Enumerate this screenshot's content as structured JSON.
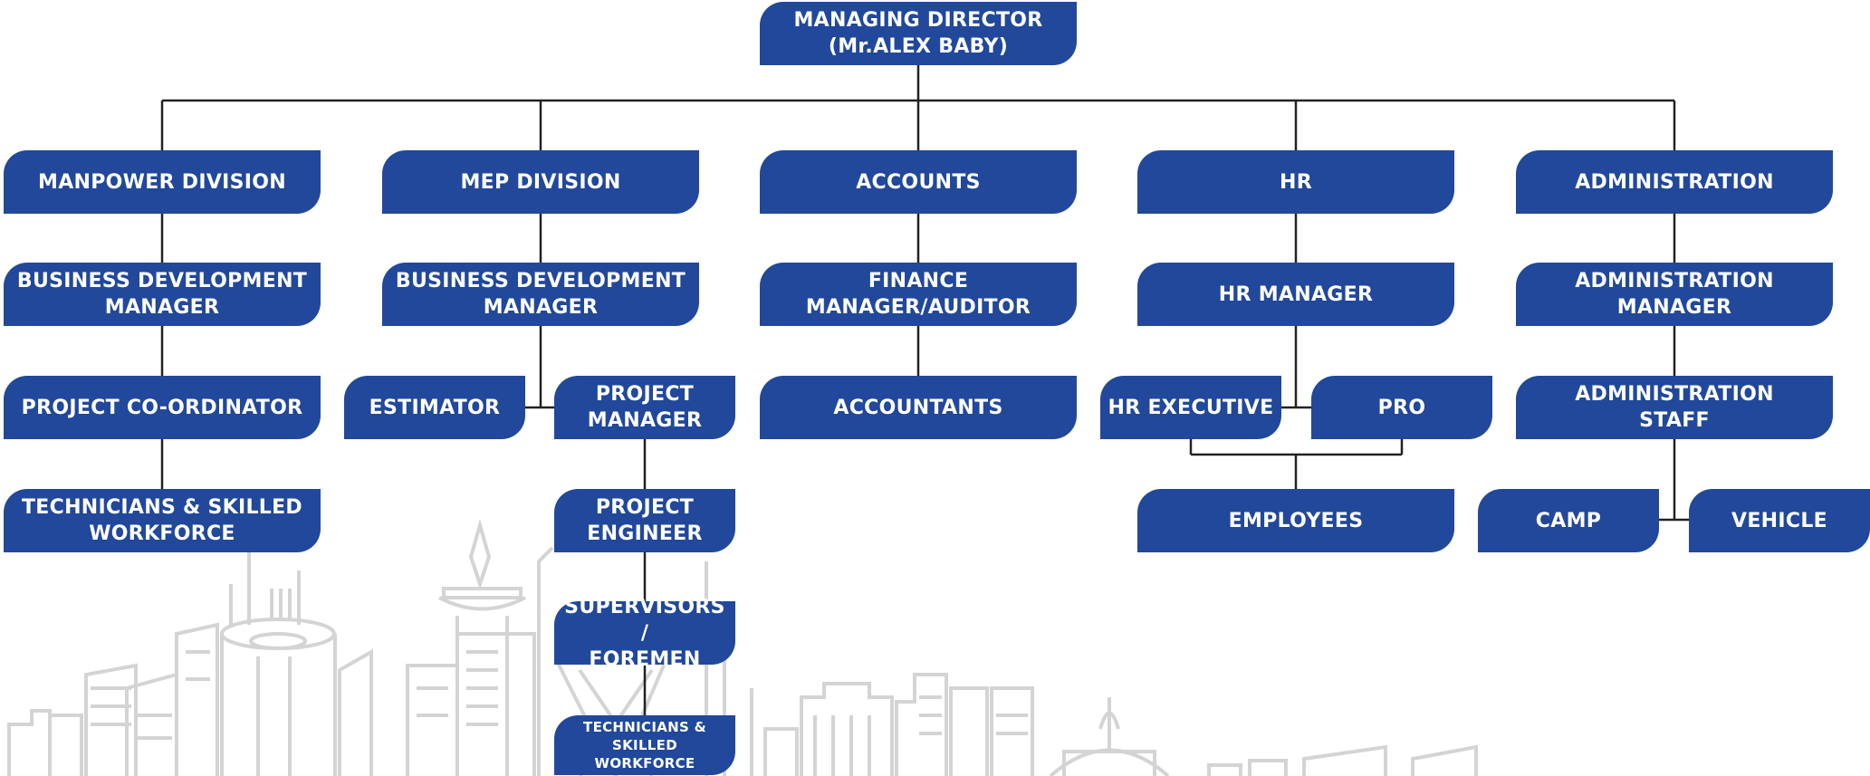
{
  "org_chart": {
    "managing_director": "MANAGING DIRECTOR\n(Mr.ALEX BABY)",
    "manpower": {
      "division": "MANPOWER DIVISION",
      "bdm": "BUSINESS DEVELOPMENT\nMANAGER",
      "coordinator": "PROJECT CO-ORDINATOR",
      "technicians": "TECHNICIANS & SKILLED\nWORKFORCE"
    },
    "mep": {
      "division": "MEP DIVISION",
      "bdm": "BUSINESS DEVELOPMENT\nMANAGER",
      "estimator": "ESTIMATOR",
      "project_manager": "PROJECT\nMANAGER",
      "project_engineer": "PROJECT\nENGINEER",
      "supervisors": "SUPERVISORS /\nFOREMEN",
      "technicians": "TECHNICIANS & SKILLED\nWORKFORCE"
    },
    "accounts": {
      "division": "ACCOUNTS",
      "finance_manager": "FINANCE\nMANAGER/AUDITOR",
      "accountants": "ACCOUNTANTS"
    },
    "hr": {
      "division": "HR",
      "manager": "HR MANAGER",
      "executive": "HR EXECUTIVE",
      "pro": "PRO",
      "employees": "EMPLOYEES"
    },
    "administration": {
      "division": "ADMINISTRATION",
      "manager": "ADMINISTRATION\nMANAGER",
      "staff": "ADMINISTRATION\nSTAFF",
      "camp": "CAMP",
      "vehicle": "VEHICLE"
    }
  },
  "colors": {
    "node_fill": "#21489a",
    "node_text": "#ffffff",
    "connector": "#222222",
    "skyline": "#d4d4d4"
  }
}
